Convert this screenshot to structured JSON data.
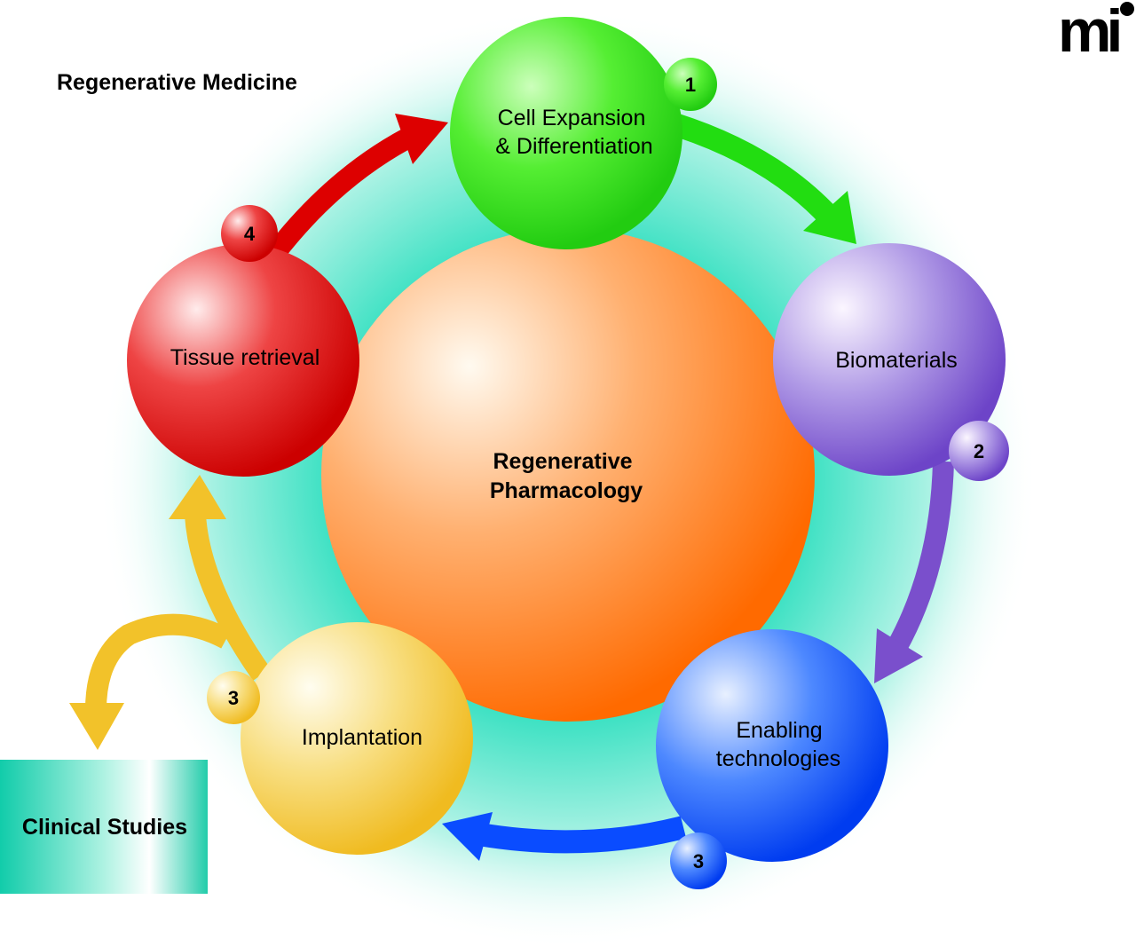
{
  "title": "Regenerative Medicine",
  "center": {
    "line1": "Regenerative",
    "line2": "Pharmacology"
  },
  "nodes": {
    "cell": {
      "line1": "Cell Expansion",
      "line2": "& Differentiation",
      "badge": "1"
    },
    "bio": {
      "line1": "Biomaterials",
      "badge": "2"
    },
    "enabling": {
      "line1": "Enabling",
      "line2": "technologies",
      "badge": "3"
    },
    "implant": {
      "line1": "Implantation",
      "badge": "3"
    },
    "tissue": {
      "line1": "Tissue retrieval",
      "badge": "4"
    }
  },
  "clinical": "Clinical Studies",
  "logo": "mi",
  "colors": {
    "green": "#22dd11",
    "purple": "#7a4fcc",
    "blue": "#0a4cff",
    "yellow": "#f2c22a",
    "red": "#dd0000",
    "orange": "#ff7a00",
    "cyan": "#22ddbb"
  }
}
